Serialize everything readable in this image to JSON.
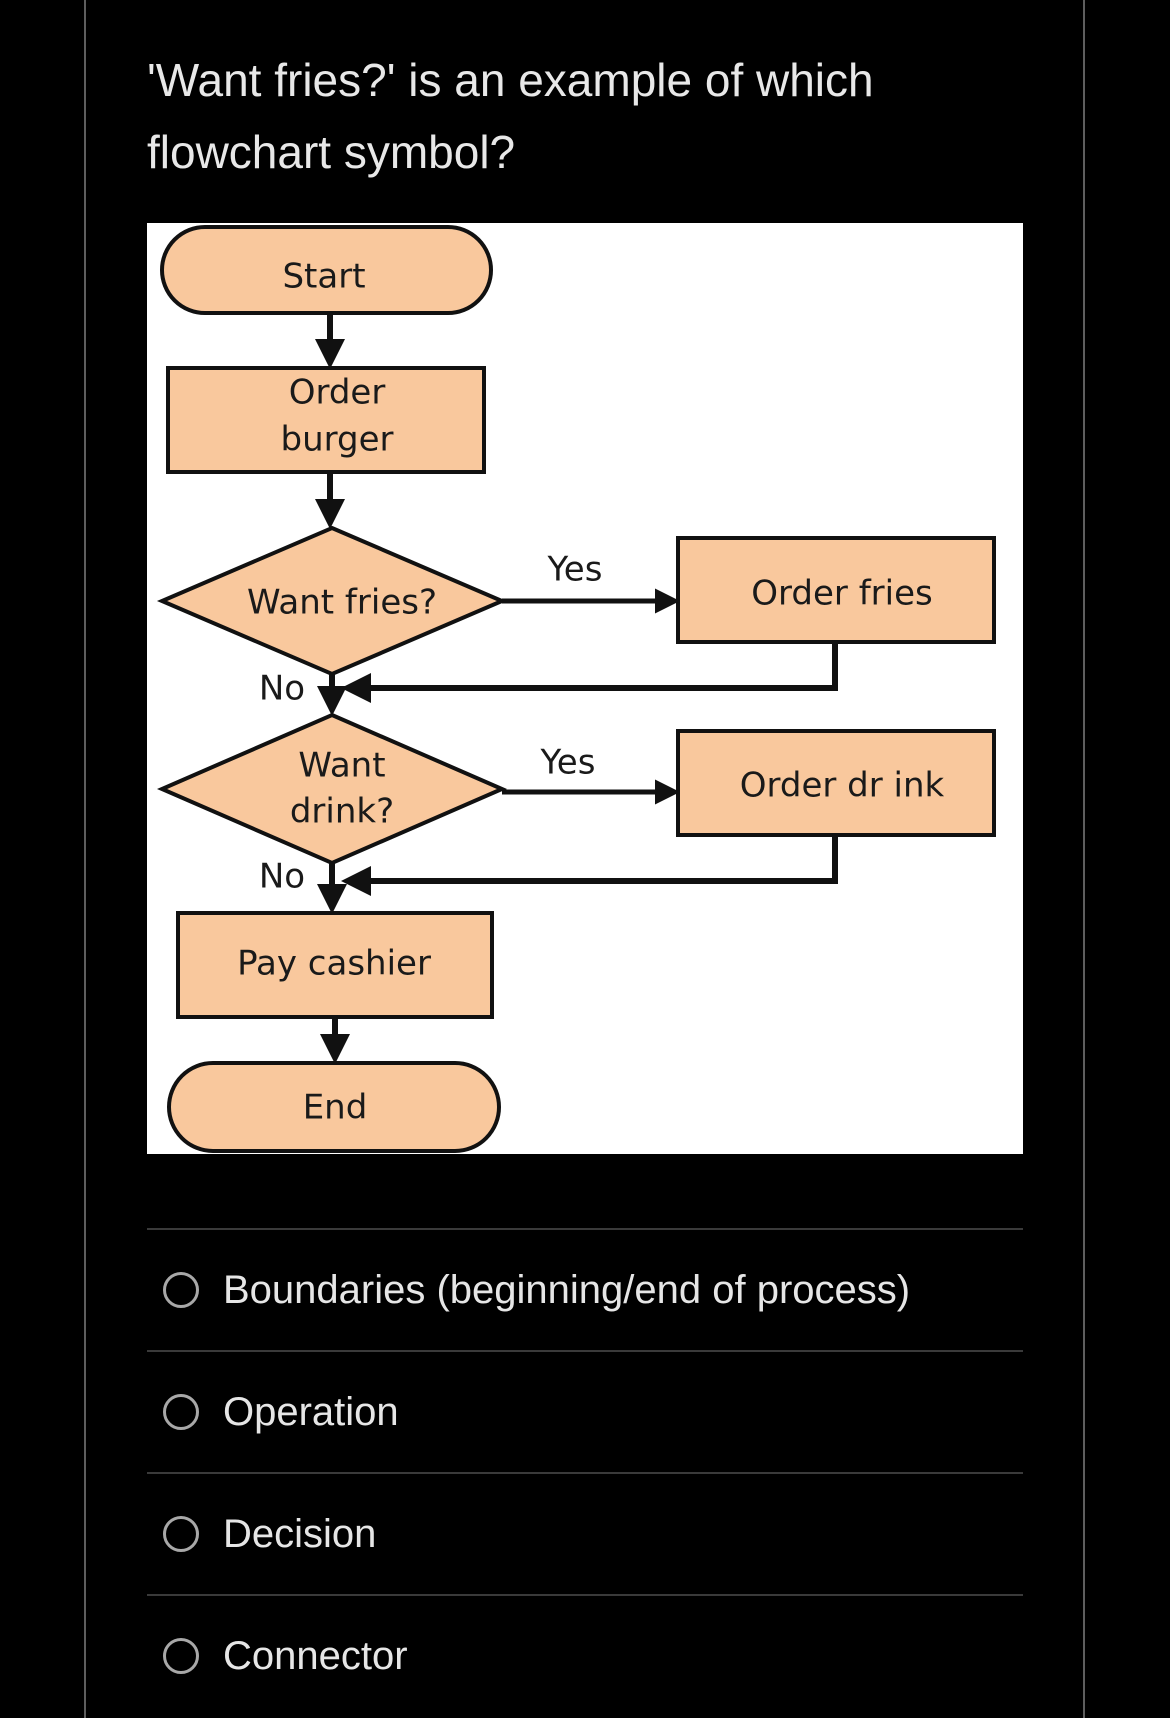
{
  "question": {
    "line1": "'Want fries?' is an example of which",
    "line2": "flowchart symbol?"
  },
  "flowchart": {
    "start": "Start",
    "order_burger": [
      "Order",
      "burger"
    ],
    "want_fries": "Want fries?",
    "want_drink": [
      "Want",
      "drink?"
    ],
    "order_fries": "Order fries",
    "order_drink": "Order dr ink",
    "pay_cashier": "Pay cashier",
    "end": "End",
    "yes_label": "Yes",
    "no_label": "No",
    "fill_color": "#f9c89d",
    "stroke_color": "#111111"
  },
  "options": [
    {
      "label": "Boundaries (beginning/end of process)"
    },
    {
      "label": "Operation"
    },
    {
      "label": "Decision"
    },
    {
      "label": "Connector"
    }
  ]
}
